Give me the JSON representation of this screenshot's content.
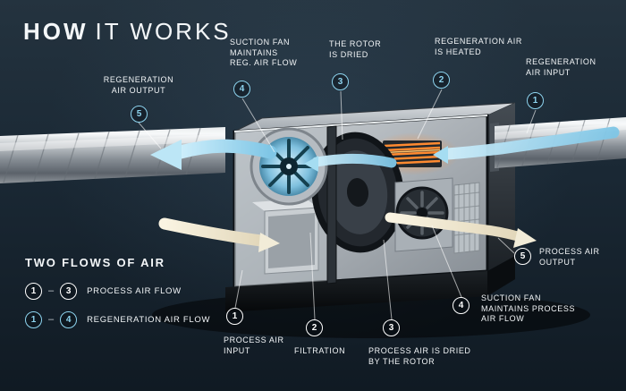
{
  "title": {
    "bold": "HOW",
    "rest": "IT WORKS"
  },
  "legend": {
    "heading": "TWO FLOWS OF AIR",
    "items": [
      {
        "start": "1",
        "dash": "–",
        "end": "3",
        "label": "PROCESS AIR FLOW",
        "flow": "process"
      },
      {
        "start": "1",
        "dash": "–",
        "end": "4",
        "label": "REGENERATION AIR FLOW",
        "flow": "regeneration"
      }
    ]
  },
  "callouts": {
    "regen_output": {
      "num": "5",
      "label": "REGENERATION\nAIR OUTPUT"
    },
    "regen_fan": {
      "num": "4",
      "label": "SUCTION FAN\nMAINTAINS\nREG. AIR FLOW"
    },
    "rotor_dried": {
      "num": "3",
      "label": "THE ROTOR\nIS DRIED"
    },
    "regen_heated": {
      "num": "2",
      "label": "REGENERATION AIR\nIS HEATED"
    },
    "regen_input": {
      "num": "1",
      "label": "REGENERATION\nAIR INPUT"
    },
    "process_input": {
      "num": "1",
      "label": "PROCESS AIR\nINPUT"
    },
    "filtration": {
      "num": "2",
      "label": "FILTRATION"
    },
    "process_dried": {
      "num": "3",
      "label": "PROCESS AIR IS DRIED\nBY THE ROTOR"
    },
    "process_fan": {
      "num": "4",
      "label": "SUCTION FAN\nMAINTAINS PROCESS\nAIR FLOW"
    },
    "process_output": {
      "num": "5",
      "label": "PROCESS AIR\nOUTPUT"
    }
  },
  "colors": {
    "background": "#17222d",
    "regen_accent": "#8ed5f0",
    "process_accent": "#ffffff",
    "process_arrow": "#efe7d0",
    "heater_orange": "#ff8a30"
  }
}
